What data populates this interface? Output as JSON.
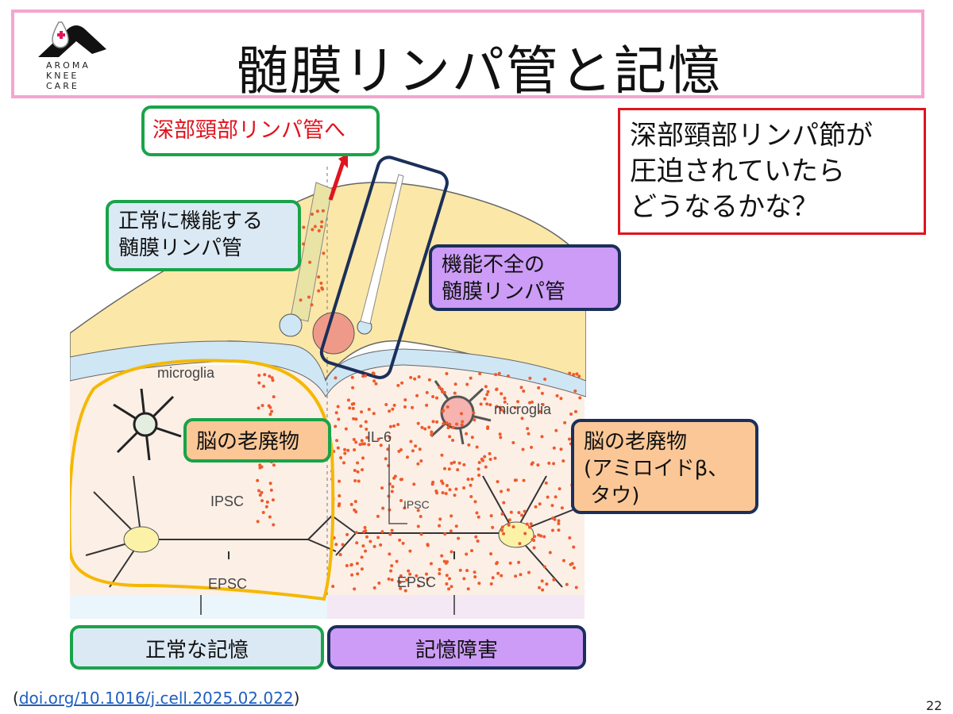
{
  "slide": {
    "title": "髄膜リンパ管と記憶",
    "page_number": "22"
  },
  "logo": {
    "line1": "AROMA",
    "line2": "KNEE",
    "line3": "CARE"
  },
  "labels": {
    "deep_cervical_lymph": "深部頸部リンパ管へ",
    "normal_lv_line1": "正常に機能する",
    "normal_lv_line2": "髄膜リンパ管",
    "dysfunctional_lv_line1": "機能不全の",
    "dysfunctional_lv_line2": "髄膜リンパ管",
    "waste_left": "脳の老廃物",
    "waste_right_line1": "脳の老廃物",
    "waste_right_line2": "(アミロイドβ、",
    "waste_right_line3": " タウ)"
  },
  "question": {
    "line1": "深部頸部リンパ節が",
    "line2": "圧迫されていたら",
    "line3": "どうなるかな？"
  },
  "diagram_text": {
    "microglia_left": "microglia",
    "microglia_right": "microglia",
    "il6": "IL-6",
    "ipsc_left": "IPSC",
    "ipsc_right": "IPSC",
    "epsc_left": "EPSC",
    "epsc_right": "EPSC"
  },
  "outcomes": {
    "normal": "正常な記憶",
    "impaired": "記憶障害"
  },
  "citation": {
    "open": "(",
    "link": "doi.org/10.1016/j.cell.2025.02.022",
    "close": ")"
  },
  "colors": {
    "title_border": "#f4a6cf",
    "green_border": "#1aa34a",
    "navy_border": "#1b2f5a",
    "red": "#e0141e",
    "orange_fill": "#fbc797",
    "purple_fill": "#cc9cf7",
    "blue_fill": "#dbe9f5",
    "yellow_outline": "#f5b800"
  }
}
